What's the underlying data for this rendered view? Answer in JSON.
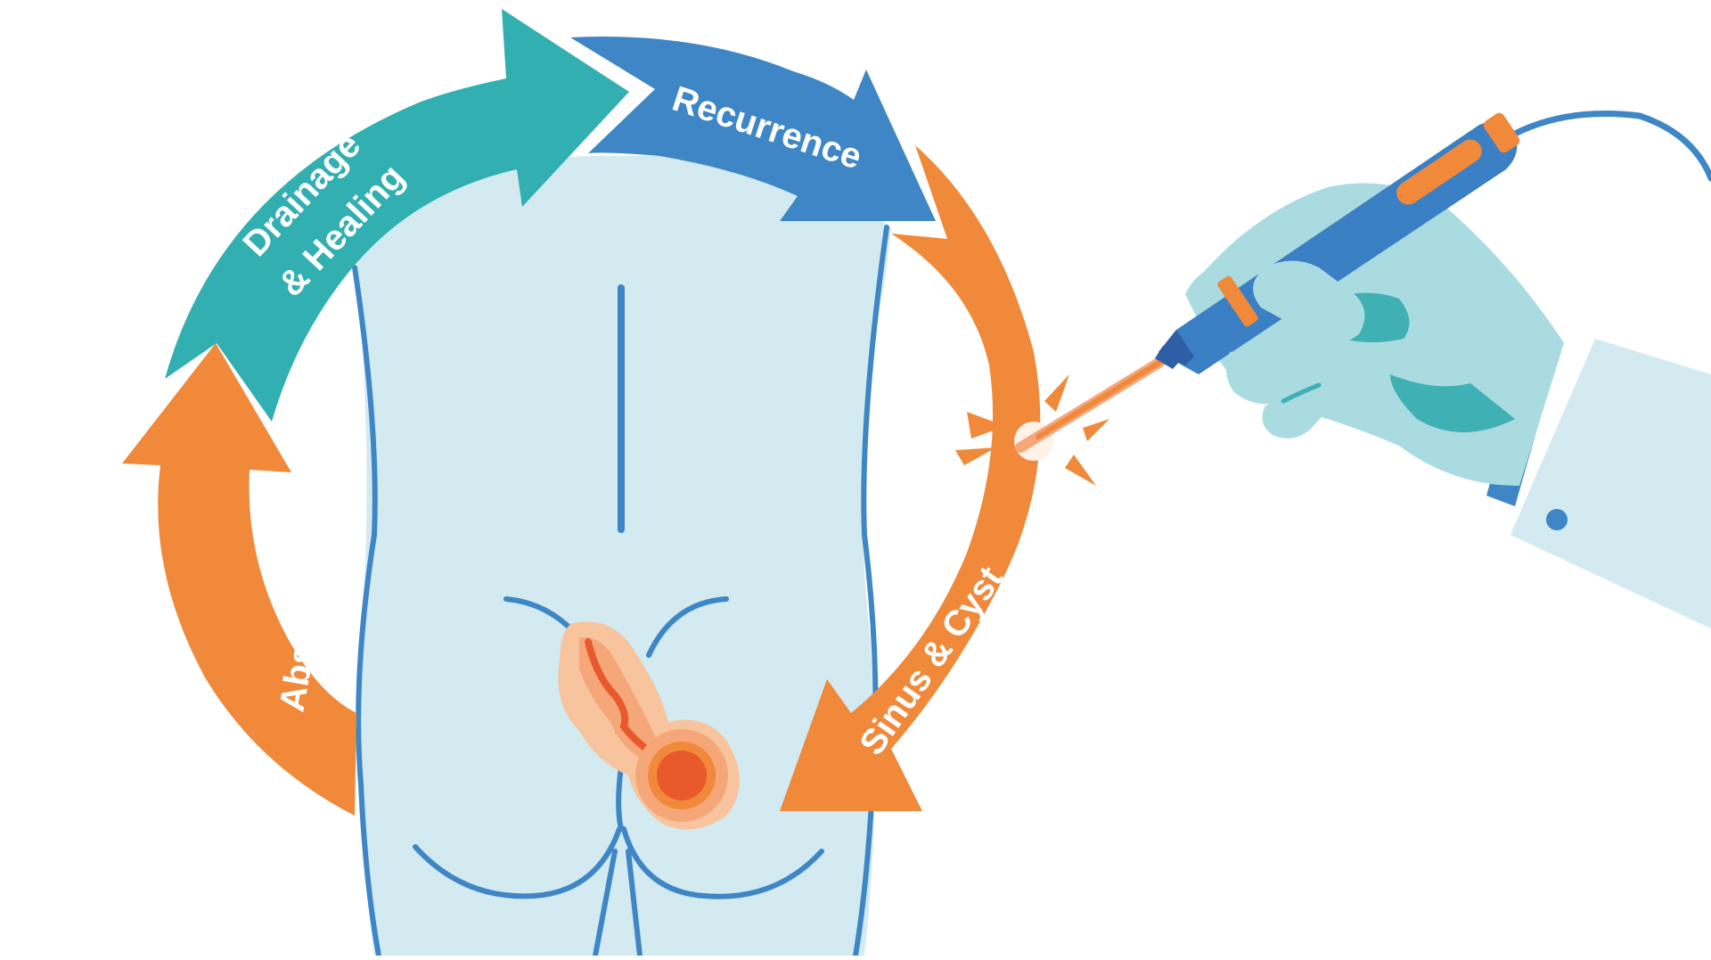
{
  "cycle": {
    "stages": [
      {
        "id": "drainage",
        "label_line1": "Drainage",
        "label_line2": "& Healing",
        "color": "#31AFB1"
      },
      {
        "id": "recurrence",
        "label": "Recurrence",
        "color": "#3E86C6"
      },
      {
        "id": "sinus",
        "label": "Sinus & Cyst",
        "color": "#F0893A"
      },
      {
        "id": "abscess",
        "label": "Abscess & Pain",
        "color": "#F0893A"
      }
    ]
  },
  "colors": {
    "body_fill": "#D3EAF1",
    "body_outline": "#3E86C6",
    "inflammation": "#F6A77A",
    "inflammation_core": "#E8592B",
    "glove": "#A9DBE1",
    "glove_shadow": "#3FB0B3",
    "laser_device": "#3B80C4",
    "laser_accent": "#F0893A",
    "sleeve": "#D3EAF1"
  },
  "icons": [
    "laser-pen-icon",
    "spark-burst-icon",
    "gloved-hand-icon",
    "pilonidal-sinus-icon"
  ]
}
